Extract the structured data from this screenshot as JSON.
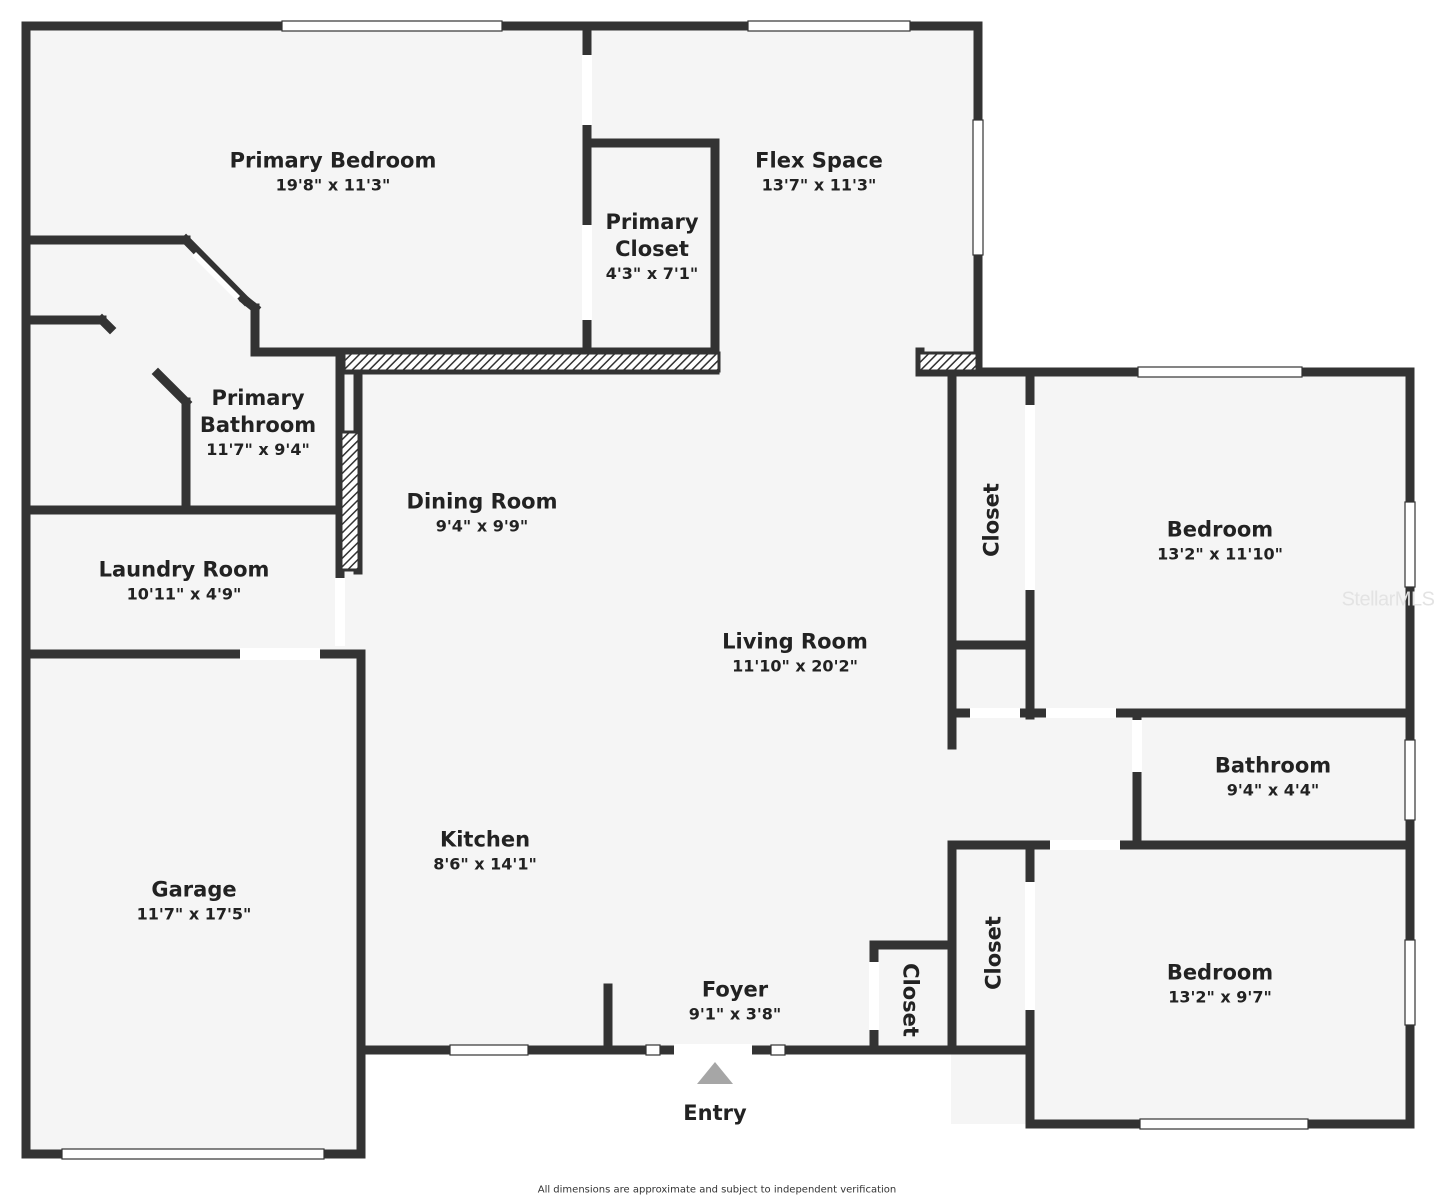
{
  "colors": {
    "wall": "#333333",
    "floor": "#f5f5f5",
    "window": "#ffffff",
    "arrow": "#a6a6a6"
  },
  "rooms": [
    {
      "id": "primary-bedroom",
      "name": "Primary Bedroom",
      "dims": "19'8\" x 11'3\""
    },
    {
      "id": "flex-space",
      "name": "Flex Space",
      "dims": "13'7\" x 11'3\""
    },
    {
      "id": "primary-closet",
      "name": "Primary\nCloset",
      "name_line1": "Primary",
      "name_line2": "Closet",
      "dims": "4'3\" x 7'1\""
    },
    {
      "id": "primary-bathroom",
      "name_line1": "Primary",
      "name_line2": "Bathroom",
      "dims": "11'7\" x 9'4\""
    },
    {
      "id": "dining-room",
      "name": "Dining Room",
      "dims": "9'4\" x 9'9\""
    },
    {
      "id": "laundry-room",
      "name": "Laundry Room",
      "dims": "10'11\" x 4'9\""
    },
    {
      "id": "living-room",
      "name": "Living Room",
      "dims": "11'10\" x 20'2\""
    },
    {
      "id": "bedroom-1",
      "name": "Bedroom",
      "dims": "13'2\" x 11'10\""
    },
    {
      "id": "bathroom",
      "name": "Bathroom",
      "dims": "9'4\" x 4'4\""
    },
    {
      "id": "kitchen",
      "name": "Kitchen",
      "dims": "8'6\" x 14'1\""
    },
    {
      "id": "garage",
      "name": "Garage",
      "dims": "11'7\" x 17'5\""
    },
    {
      "id": "foyer",
      "name": "Foyer",
      "dims": "9'1\" x 3'8\""
    },
    {
      "id": "bedroom-2",
      "name": "Bedroom",
      "dims": "13'2\" x 9'7\""
    }
  ],
  "closet_labels": [
    "Closet",
    "Closet",
    "Closet"
  ],
  "entry_label": "Entry",
  "footnote": "All dimensions are approximate and subject to independent verification",
  "watermark": "StellarMLS"
}
